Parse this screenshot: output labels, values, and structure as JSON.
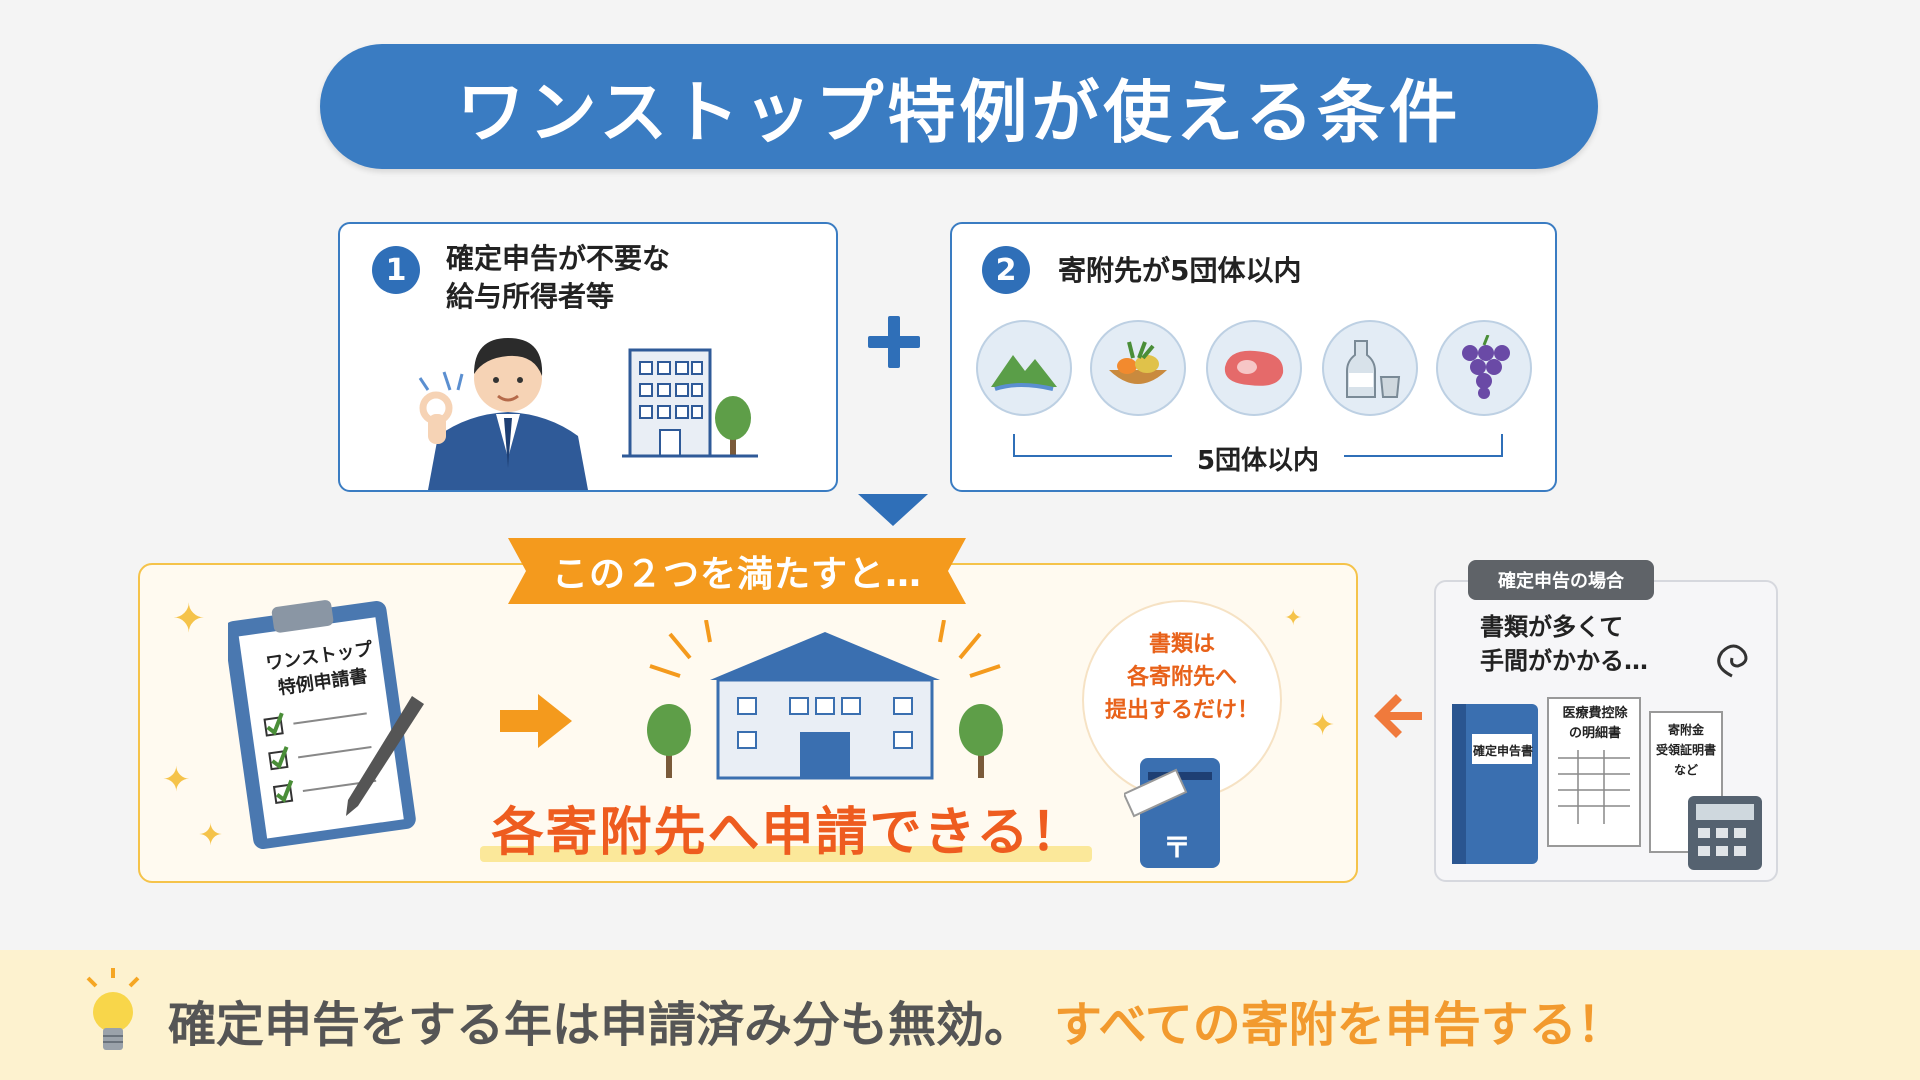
{
  "title": "ワンストップ特例が使える条件",
  "conditions": [
    {
      "number": "1",
      "line1": "確定申告が不要な",
      "line2": "給与所得者等"
    },
    {
      "number": "2",
      "line1": "寄附先が5団体以内",
      "bracket_label": "5団体以内",
      "icons": [
        "mountain-icon",
        "vegetable-basket-icon",
        "meat-icon",
        "sake-bottle-icon",
        "grape-icon"
      ]
    }
  ],
  "result": {
    "ribbon": "この２つを満たすと…",
    "clipboard_line1": "ワンストップ",
    "clipboard_line2": "特例申請書",
    "main_text": "各寄附先へ申請できる！",
    "bubble_line1": "書類は",
    "bubble_line2": "各寄附先へ",
    "bubble_line3": "提出するだけ！",
    "post_mark": "〒"
  },
  "tax_return": {
    "tag": "確定申告の場合",
    "line1": "書類が多くて",
    "line2": "手間がかかる…",
    "binder_label": "確定申告書",
    "doc1_line1": "医療費控除",
    "doc1_line2": "の明細書",
    "doc2_line1": "寄附金",
    "doc2_line2": "受領証明書",
    "doc2_line3": "など"
  },
  "footer": {
    "main": "確定申告をする年は申請済み分も無効。",
    "accent": "すべての寄附を申告する！"
  },
  "colors": {
    "primary_blue": "#3a7cc2",
    "accent_orange": "#f29a2e",
    "result_red": "#ee5c1f",
    "panel_border": "#f5c34a",
    "footer_bg": "#fdf2cf"
  }
}
